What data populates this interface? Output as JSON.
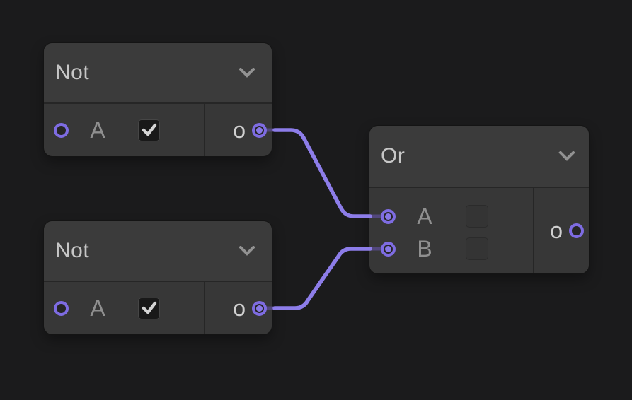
{
  "app": {
    "kind": "node-graph-editor",
    "background": "#1b1b1c"
  },
  "colors": {
    "accent_purple": "#8d7de9",
    "port_ring": "#7e6ce2",
    "wire_stub": "#52477c",
    "node_header": "#3b3b3b",
    "node_body": "#373737",
    "title_text": "#c7c7c7",
    "pin_text": "#8f8f8f",
    "output_text": "#d0d0d0"
  },
  "icons": {
    "collapse_chevron": "chevron-down"
  },
  "nodes": [
    {
      "id": "not-1",
      "title": "Not",
      "inputs": [
        {
          "label": "A",
          "has_checkbox": true,
          "checked": true,
          "connected": false
        }
      ],
      "outputs": [
        {
          "label": "o",
          "connected": true
        }
      ]
    },
    {
      "id": "not-2",
      "title": "Not",
      "inputs": [
        {
          "label": "A",
          "has_checkbox": true,
          "checked": true,
          "connected": false
        }
      ],
      "outputs": [
        {
          "label": "o",
          "connected": true
        }
      ]
    },
    {
      "id": "or-1",
      "title": "Or",
      "inputs": [
        {
          "label": "A",
          "has_checkbox": true,
          "checked": false,
          "connected": true
        },
        {
          "label": "B",
          "has_checkbox": true,
          "checked": false,
          "connected": true
        }
      ],
      "outputs": [
        {
          "label": "o",
          "connected": false
        }
      ]
    }
  ],
  "connections": [
    {
      "from": "not-1.output.o",
      "to": "or-1.input.A"
    },
    {
      "from": "not-2.output.o",
      "to": "or-1.input.B"
    }
  ]
}
